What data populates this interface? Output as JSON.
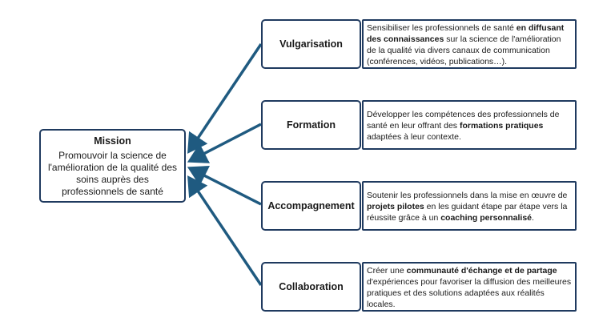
{
  "mission": {
    "title": "Mission",
    "text": "Promouvoir la science de l'amélioration de la qualité des soins auprès des professionnels de santé"
  },
  "branches": [
    {
      "label": "Vulgarisation",
      "description": [
        {
          "t": "Sensibiliser les professionnels de santé ",
          "b": false
        },
        {
          "t": "en diffusant des connaissances",
          "b": true
        },
        {
          "t": " sur la science de l'amélioration de la qualité via divers canaux de communication (conférences, vidéos, publications…).",
          "b": false
        }
      ]
    },
    {
      "label": "Formation",
      "description": [
        {
          "t": "Développer les compétences des professionnels de santé en leur offrant des ",
          "b": false
        },
        {
          "t": "formations pratiques",
          "b": true
        },
        {
          "t": " adaptées à leur contexte.",
          "b": false
        }
      ]
    },
    {
      "label": "Accompagnement",
      "description": [
        {
          "t": "Soutenir les professionnels dans la mise en œuvre de ",
          "b": false
        },
        {
          "t": "projets pilotes",
          "b": true
        },
        {
          "t": " en les guidant étape par étape vers la réussite grâce à un ",
          "b": false
        },
        {
          "t": "coaching personnalisé",
          "b": true
        },
        {
          "t": ".",
          "b": false
        }
      ]
    },
    {
      "label": "Collaboration",
      "description": [
        {
          "t": "Créer une ",
          "b": false
        },
        {
          "t": "communauté d'échange et de partage",
          "b": true
        },
        {
          "t": " d'expériences pour favoriser la diffusion des meilleures pratiques et des solutions adaptées aux réalités locales.",
          "b": false
        }
      ]
    }
  ],
  "colors": {
    "border": "#1f3a5f",
    "arrow": "#1f5a80"
  }
}
